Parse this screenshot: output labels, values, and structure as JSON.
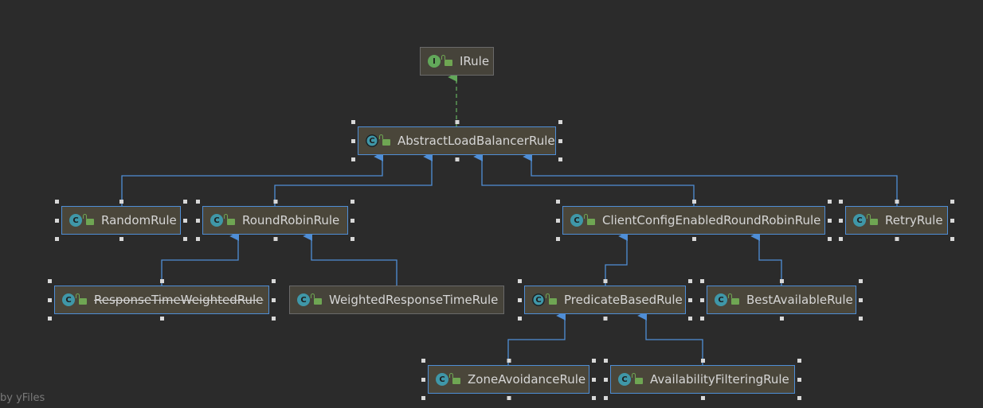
{
  "diagram": {
    "nodes": [
      {
        "id": "irule",
        "label": "IRule",
        "kind": "interface",
        "selected": false
      },
      {
        "id": "ablr",
        "label": "AbstractLoadBalancerRule",
        "kind": "abstract",
        "selected": true
      },
      {
        "id": "random",
        "label": "RandomRule",
        "kind": "class",
        "selected": true
      },
      {
        "id": "roundrobin",
        "label": "RoundRobinRule",
        "kind": "class",
        "selected": true
      },
      {
        "id": "ccerr",
        "label": "ClientConfigEnabledRoundRobinRule",
        "kind": "class",
        "selected": true
      },
      {
        "id": "retry",
        "label": "RetryRule",
        "kind": "class",
        "selected": true
      },
      {
        "id": "rtwr",
        "label": "ResponseTimeWeightedRule",
        "kind": "class",
        "selected": true,
        "deprecated": true
      },
      {
        "id": "wrtr",
        "label": "WeightedResponseTimeRule",
        "kind": "class",
        "selected": false
      },
      {
        "id": "pbr",
        "label": "PredicateBasedRule",
        "kind": "abstract",
        "selected": true
      },
      {
        "id": "bar",
        "label": "BestAvailableRule",
        "kind": "class",
        "selected": true
      },
      {
        "id": "zar",
        "label": "ZoneAvoidanceRule",
        "kind": "class",
        "selected": true
      },
      {
        "id": "afr",
        "label": "AvailabilityFilteringRule",
        "kind": "class",
        "selected": true
      }
    ],
    "edges": [
      {
        "from": "ablr",
        "to": "irule",
        "type": "implements"
      },
      {
        "from": "random",
        "to": "ablr",
        "type": "extends"
      },
      {
        "from": "roundrobin",
        "to": "ablr",
        "type": "extends"
      },
      {
        "from": "ccerr",
        "to": "ablr",
        "type": "extends"
      },
      {
        "from": "retry",
        "to": "ablr",
        "type": "extends"
      },
      {
        "from": "rtwr",
        "to": "roundrobin",
        "type": "extends"
      },
      {
        "from": "wrtr",
        "to": "roundrobin",
        "type": "extends"
      },
      {
        "from": "pbr",
        "to": "ccerr",
        "type": "extends"
      },
      {
        "from": "bar",
        "to": "ccerr",
        "type": "extends"
      },
      {
        "from": "zar",
        "to": "pbr",
        "type": "extends"
      },
      {
        "from": "afr",
        "to": "pbr",
        "type": "extends"
      }
    ]
  },
  "badges": {
    "class": "C",
    "interface": "I"
  },
  "colors": {
    "extends": "#4f8ed6",
    "implements": "#62a85a",
    "background": "#2b2b2b"
  },
  "footer": "by yFiles"
}
